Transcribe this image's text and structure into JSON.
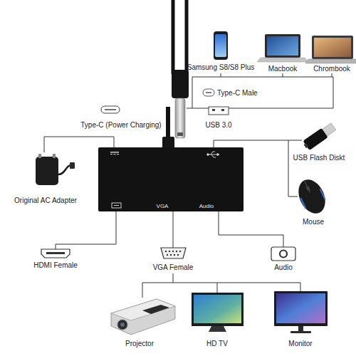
{
  "diagram": {
    "nodes": [
      {
        "text": [
          "VGA",
          "Audio"
        ]
      }
    ],
    "labels": [
      "Samsung S8/S8 Plus",
      "Macbook",
      "Chrombook",
      "Type-C Male",
      "Type-C (Power Charging)",
      "USB 3.0",
      "USB Flash Diskt",
      "Mouse",
      "Original AC Adapter",
      "HDMI Female",
      "VGA Female",
      "Audio",
      "Projector",
      "HD TV",
      "Monitor"
    ]
  }
}
